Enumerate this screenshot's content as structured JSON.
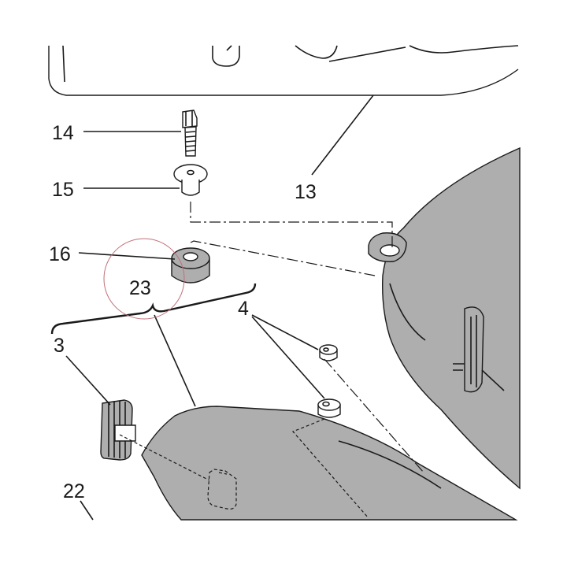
{
  "diagram": {
    "callouts": {
      "c13": "13",
      "c14": "14",
      "c15": "15",
      "c16": "16",
      "c23": "23",
      "c4": "4",
      "c3": "3",
      "c22": "22"
    },
    "colors": {
      "part_fill": "#aeaeae",
      "line": "#1a1a1a",
      "highlight_circle": "#c0707a"
    }
  }
}
